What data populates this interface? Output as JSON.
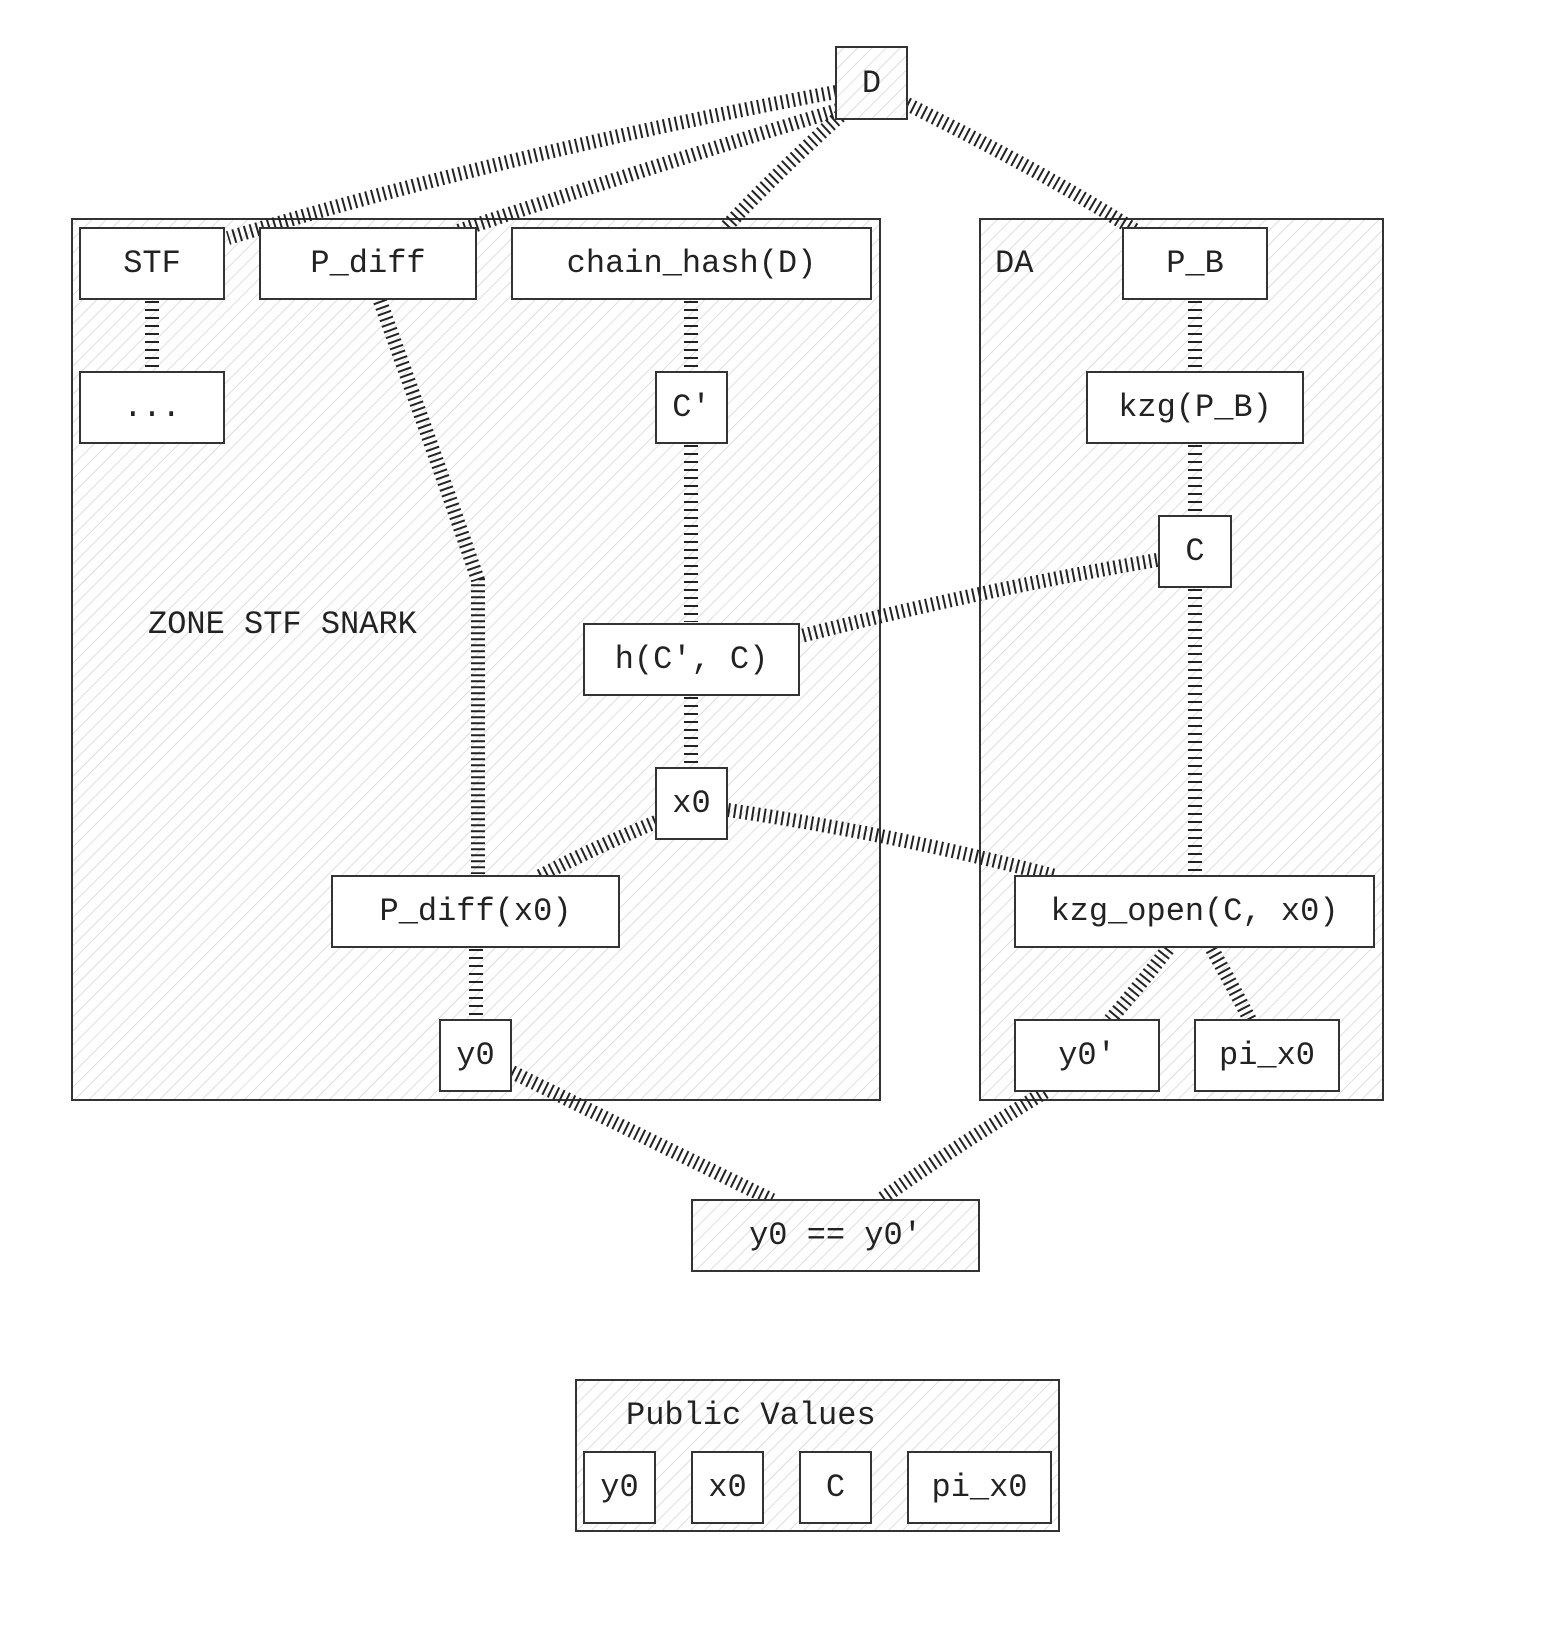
{
  "diagram": {
    "root": {
      "id": "D",
      "label": "D"
    },
    "groups": [
      {
        "id": "zone",
        "label": "ZONE STF SNARK",
        "nodes": [
          {
            "id": "stf",
            "label": "STF"
          },
          {
            "id": "p_diff",
            "label": "P_diff"
          },
          {
            "id": "chain_hash",
            "label": "chain_hash(D)"
          },
          {
            "id": "ellipsis",
            "label": "..."
          },
          {
            "id": "c_prime",
            "label": "C'"
          },
          {
            "id": "h",
            "label": "h(C', C)"
          },
          {
            "id": "x0",
            "label": "x0"
          },
          {
            "id": "p_diff_x0",
            "label": "P_diff(x0)"
          },
          {
            "id": "y0",
            "label": "y0"
          }
        ]
      },
      {
        "id": "da",
        "label": "DA",
        "nodes": [
          {
            "id": "p_b",
            "label": "P_B"
          },
          {
            "id": "kzg_pb",
            "label": "kzg(P_B)"
          },
          {
            "id": "c",
            "label": "C"
          },
          {
            "id": "kzg_open",
            "label": "kzg_open(C, x0)"
          },
          {
            "id": "y0_prime",
            "label": "y0'"
          },
          {
            "id": "pi_x0",
            "label": "pi_x0"
          }
        ]
      }
    ],
    "check": {
      "id": "check",
      "label": "y0 == y0'"
    },
    "public_values": {
      "label": "Public Values",
      "items": [
        {
          "id": "pv_y0",
          "label": "y0"
        },
        {
          "id": "pv_x0",
          "label": "x0"
        },
        {
          "id": "pv_c",
          "label": "C"
        },
        {
          "id": "pv_pi_x0",
          "label": "pi_x0"
        }
      ]
    },
    "edges": [
      [
        "D",
        "stf"
      ],
      [
        "D",
        "p_diff"
      ],
      [
        "D",
        "chain_hash"
      ],
      [
        "D",
        "p_b"
      ],
      [
        "stf",
        "ellipsis"
      ],
      [
        "p_diff",
        "y0_via_p_diff"
      ],
      [
        "chain_hash",
        "c_prime"
      ],
      [
        "c_prime",
        "h"
      ],
      [
        "c",
        "h"
      ],
      [
        "h",
        "x0"
      ],
      [
        "x0",
        "p_diff_x0"
      ],
      [
        "x0",
        "kzg_open"
      ],
      [
        "p_diff_x0",
        "y0"
      ],
      [
        "p_b",
        "kzg_pb"
      ],
      [
        "kzg_pb",
        "c"
      ],
      [
        "c",
        "kzg_open"
      ],
      [
        "kzg_open",
        "y0_prime"
      ],
      [
        "kzg_open",
        "pi_x0"
      ],
      [
        "y0",
        "check"
      ],
      [
        "y0_prime",
        "check"
      ]
    ]
  }
}
